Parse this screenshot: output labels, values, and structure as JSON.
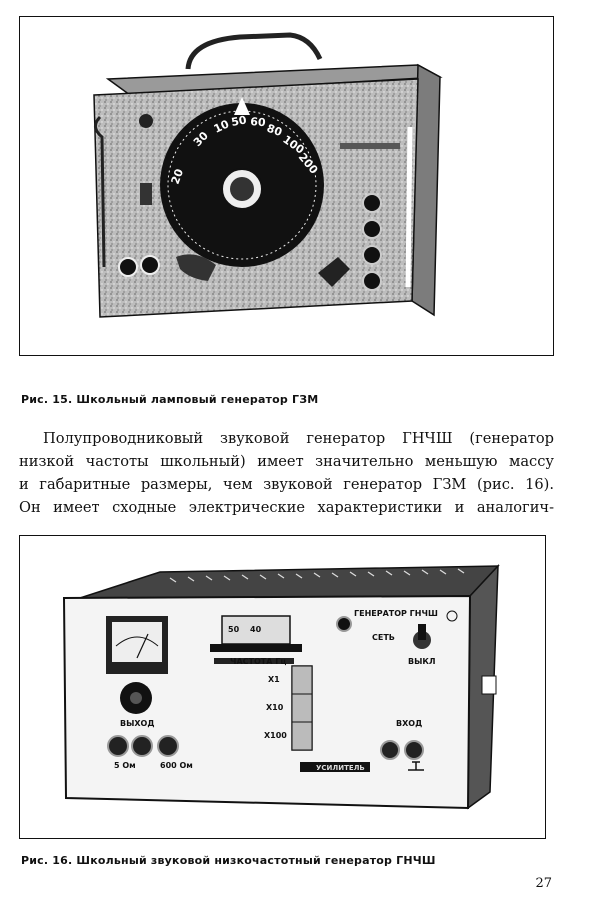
{
  "figure15": {
    "caption": "Рис. 15. Школьный ламповый генератор ГЗМ",
    "dial_scale": [
      "20",
      "30",
      "10",
      "50",
      "60",
      "80",
      "100",
      "200"
    ]
  },
  "body_text": {
    "lines": [
      "Полупроводниковый звуковой генератор ГНЧШ (генератор",
      "низкой частоты школьный) имеет значительно меньшую массу",
      "и габаритные размеры, чем звуковой генератор ГЗМ (рис. 16).",
      "Он имеет сходные электрические характеристики и аналогич-"
    ]
  },
  "figure16": {
    "caption": "Рис. 16. Школьный звуковой низкочастотный генератор ГНЧШ",
    "panel": {
      "title": "ГЕНЕРАТОР ГНЧШ",
      "power_label": "СЕТЬ",
      "power_off_label": "ВЫКЛ",
      "frequency_label": "ЧАСТОТА Гц",
      "range_labels": [
        "X1",
        "X10",
        "X100"
      ],
      "scale_values": [
        "50",
        "40"
      ],
      "output_label": "ВЫХОД",
      "impedance_low": "5 Ом",
      "impedance_high": "600 Ом",
      "input_label": "ВХОД",
      "amplifier_label": "УСИЛИТЕЛЬ"
    }
  },
  "page_number": "27"
}
